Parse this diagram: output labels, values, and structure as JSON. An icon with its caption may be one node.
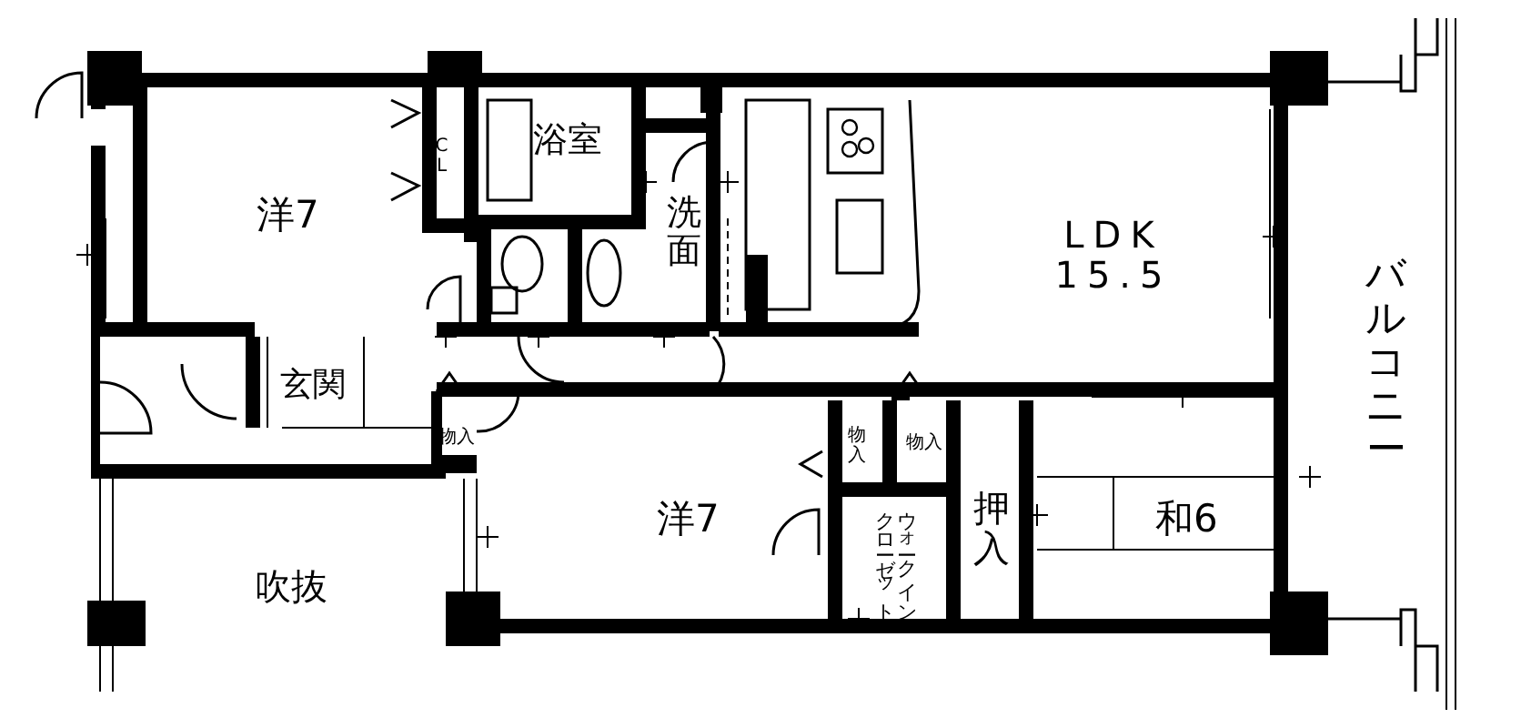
{
  "diagram": {
    "labels": [
      "浴室",
      "CL",
      "洋7",
      "洗面",
      "LDK 15.5",
      "バルコニー",
      "玄関",
      "物入",
      "物入",
      "物入",
      "洋7",
      "押入",
      "ウォークインクローゼット",
      "和6",
      "吹抜"
    ]
  }
}
